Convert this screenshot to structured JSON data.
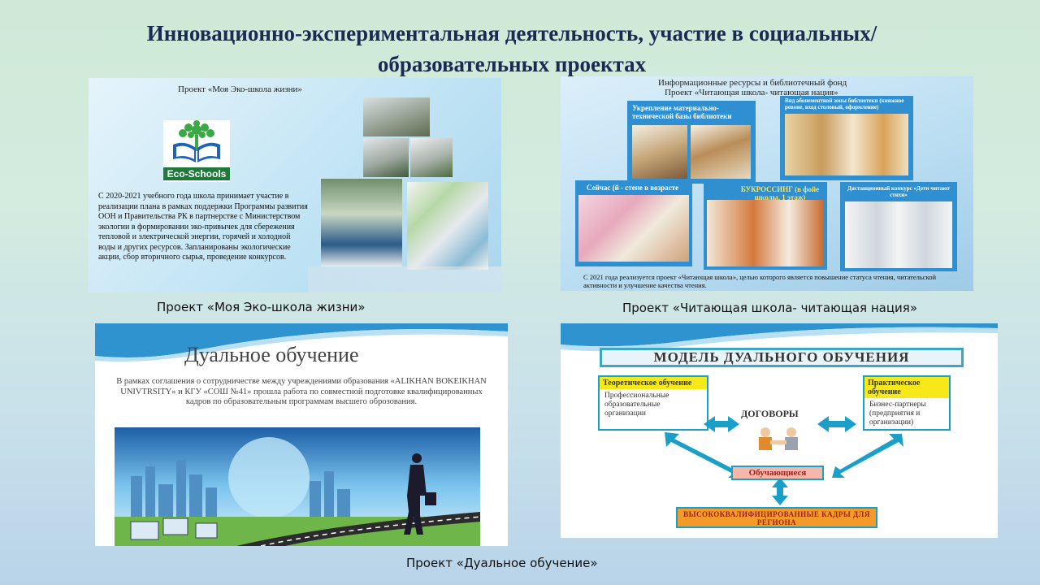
{
  "slide": {
    "title": "Инновационно-экспериментальная  деятельность, участие в социальных/ образовательных проектах"
  },
  "eco": {
    "heading": "Проект «Моя Эко-школа жизни»",
    "logo_text": "Eco-Schools",
    "body": "С 2020-2021 учебного года школа  принимает участие в реализации плана в рамках поддержки Программы развития  ООН  и Правительства РК в партнерстве с Министерством экологии в формировании эко-привычек для сбережения тепловой и электрической энергии, горячей и холодной воды и других ресурсов. Запланированы экологические акции, сбор вторичного сырья, проведение конкурсов.",
    "caption": "Проект «Моя Эко-школа жизни»"
  },
  "reading": {
    "heading_line1": "Информационные ресурсы и библиотечный фонд",
    "heading_line2": "Проект  «Читающая школа- читающая нация»",
    "box1_title": "Укрепление материально-технической базы библиотеки",
    "box2_title": "Вид абонементной зоны библиотеки (книжное ревоне, вход столовый, оформление)",
    "box3_title": "Сейчас (й - стене в возрасте",
    "box4_title": "БУКРОССИНГ (в фойе школы, 1 этаж)",
    "box5_title": "Дистанционный конкурс «Дети читают стихи»",
    "body": "С 2021 года реализуется проект «Читающая школа», целью которого является повышение статуса чтения, читательской активности и улучшение качества чтения.",
    "caption": "Проект «Читающая школа- читающая нация»"
  },
  "dual": {
    "heading": "Дуальное обучение",
    "body": "В рамках соглашения о сотрудничестве между учреждениями образования «ALIKHAN BOKEIKHAN UNIVTRSITY»  и КГУ «СОШ №41» прошла работа по совместной подготовке квалифицированных кадров по образовательным программам высшего оброзования.",
    "caption": "Проект «Дуальное обучение»"
  },
  "model": {
    "heading": "МОДЕЛЬ ДУАЛЬНОГО ОБУЧЕНИЯ",
    "theory_title": "Теоретическое обучение",
    "theory_body": "Профессиональные образовательные организации",
    "contracts": "ДОГОВОРЫ",
    "practice_title": "Практическое обучение",
    "practice_body": "Бизнес-партнеры (предприятия и организации)",
    "students": "Обучающиеся",
    "result": "ВЫСОКОКВАЛИФИЦИРОВАННЫЕ КАДРЫ ДЛЯ РЕГИОНА"
  },
  "colors": {
    "title": "#1a2a55",
    "model_header_border": "#3aa6c9",
    "model_yellow": "#f7e81a",
    "model_arrow": "#1aa0c8",
    "students_fill": "#f6b7a8",
    "result_fill": "#f39a2a"
  }
}
